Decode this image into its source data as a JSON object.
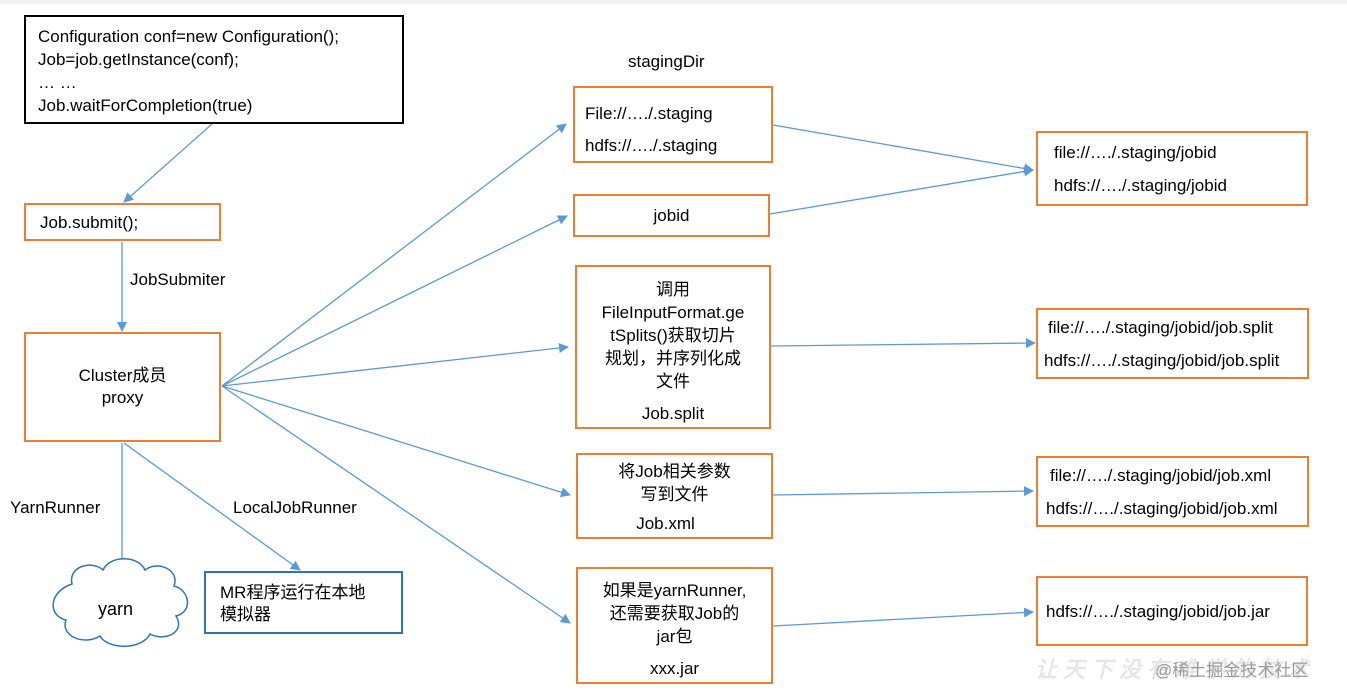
{
  "code_box": {
    "lines": [
      "Configuration conf=new Configuration();",
      "Job=job.getInstance(conf);",
      "… …",
      "Job.waitForCompletion(true)"
    ]
  },
  "submit_box": {
    "text": "Job.submit();"
  },
  "labels": {
    "job_submiter": "JobSubmiter",
    "staging_dir": "stagingDir",
    "yarn_runner": "YarnRunner",
    "local_job_runner": "LocalJobRunner"
  },
  "cluster_box": {
    "line1": "Cluster成员",
    "line2": "proxy"
  },
  "yarn_cloud": {
    "text": "yarn"
  },
  "local_box": {
    "line1": "MR程序运行在本地",
    "line2": "模拟器"
  },
  "staging_box": {
    "line1": "File://…./.staging",
    "line2": "hdfs://…./.staging"
  },
  "jobid_box": {
    "text": "jobid"
  },
  "split_box": {
    "lines": [
      "调用",
      "FileInputFormat.ge",
      "tSplits()获取切片",
      "规划，并序列化成",
      "文件"
    ],
    "file": "Job.split"
  },
  "xml_box": {
    "lines": [
      "将Job相关参数",
      "写到文件"
    ],
    "file": "Job.xml"
  },
  "jar_box": {
    "lines": [
      "如果是yarnRunner,",
      "还需要获取Job的",
      "jar包"
    ],
    "file": "xxx.jar"
  },
  "jobid_paths": {
    "line1": "file://…./.staging/jobid",
    "line2": "hdfs://…./.staging/jobid"
  },
  "split_paths": {
    "line1": "file://…./.staging/jobid/job.split",
    "line2": "hdfs://…./.staging/jobid/job.split"
  },
  "xml_paths": {
    "line1": "file://…./.staging/jobid/job.xml",
    "line2": "hdfs://…./.staging/jobid/job.xml"
  },
  "jar_paths": {
    "line1": "hdfs://…./.staging/jobid/job.jar"
  },
  "watermark": {
    "text": "让天下没有难学的技术",
    "credit": "@稀土掘金技术社区"
  },
  "colors": {
    "box_border": "#ed7d31",
    "arrow": "#5b9bd5",
    "local_border": "#2e75b6"
  }
}
